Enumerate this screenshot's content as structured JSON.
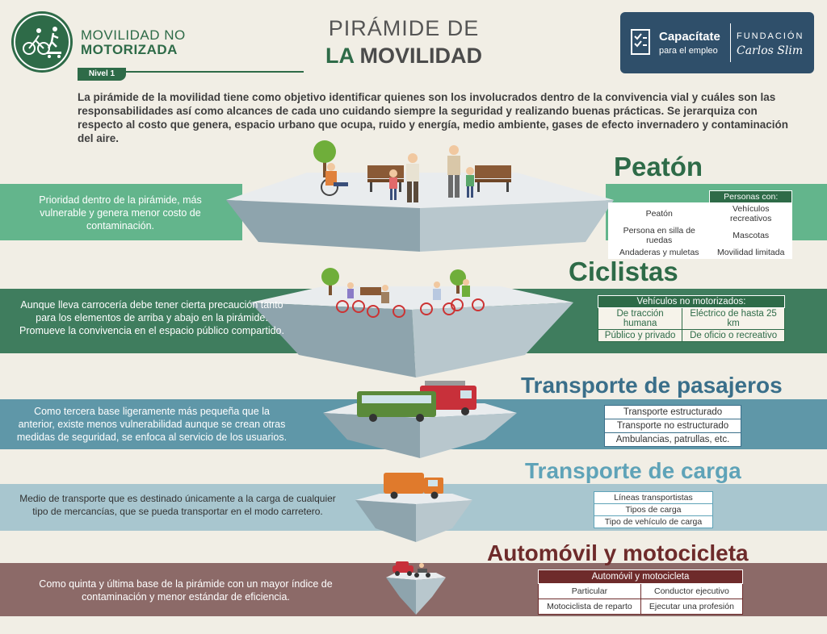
{
  "header": {
    "logo_line1": "MOVILIDAD NO",
    "logo_line2": "MOTORIZADA",
    "level": "Nivel 1",
    "title_line1": "PIRÁMIDE DE",
    "title_line2_prefix": "LA",
    "title_line2_main": "MOVILIDAD",
    "brand_name": "Capacítate",
    "brand_sub": "para el empleo",
    "foundation": "FUNDACIÓN",
    "foundation_name": "Carlos Slim"
  },
  "intro": "La pirámide de la movilidad tiene como objetivo identificar quienes son los involucrados dentro de la convivencia vial y cuáles son las responsabilidades así como alcances de cada uno cuidando siempre la seguridad y realizando buenas prácticas. Se jerarquiza con respecto al costo que genera, espacio urbano que ocupa, ruido y energía, medio ambiente, gases de efecto invernadero y contaminación del aire.",
  "levels": {
    "peaton": {
      "title": "Peatón",
      "description": "Prioridad dentro de la pirámide, más vulnerable y genera menor costo de contaminación.",
      "table_header": "Personas con:",
      "rows": [
        [
          "Peatón",
          "Vehículos recreativos"
        ],
        [
          "Persona en silla de ruedas",
          "Mascotas"
        ],
        [
          "Andaderas y muletas",
          "Movilidad limitada"
        ]
      ]
    },
    "ciclistas": {
      "title": "Ciclistas",
      "description": "Aunque lleva carrocería debe tener cierta precaución tanto para los elementos de arriba y abajo en la pirámide. Promueve la convivencia en el espacio público compartido.",
      "table_header": "Vehículos no motorizados:",
      "rows": [
        [
          "De tracción humana",
          "Eléctrico de hasta 25 km"
        ],
        [
          "Público y privado",
          "De oficio o recreativo"
        ]
      ]
    },
    "pasajeros": {
      "title": "Transporte de pasajeros",
      "description": "Como tercera base ligeramente más pequeña que la anterior, existe menos vulnerabilidad aunque se crean otras medidas de seguridad, se enfoca al servicio de los usuarios.",
      "rows": [
        "Transporte estructurado",
        "Transporte no estructurado",
        "Ambulancias, patrullas, etc."
      ]
    },
    "carga": {
      "title": "Transporte de carga",
      "description": "Medio de transporte que es destinado únicamente a la carga de cualquier tipo de mercancías, que se pueda transportar en el modo carretero.",
      "rows": [
        "Líneas transportistas",
        "Tipos de carga",
        "Tipo de vehículo de carga"
      ]
    },
    "auto": {
      "title": "Automóvil y motocicleta",
      "description": "Como quinta y última base de la pirámide con un mayor índice de contaminación y menor estándar de eficiencia.",
      "table_header": "Automóvil y motocicleta",
      "rows": [
        [
          "Particular",
          "Conductor ejecutivo"
        ],
        [
          "Motociclista de reparto",
          "Ejecutar una profesión"
        ]
      ]
    }
  },
  "colors": {
    "green_dark": "#2e6b48",
    "green_band1": "#63b58c",
    "green_band2": "#3f7d5e",
    "blue_band": "#5f97a8",
    "blue_band2": "#a8c6cf",
    "maroon_band": "#8c6a68",
    "maroon_title": "#6e2b2b",
    "navy_brand": "#2f4f6a"
  },
  "icons": [
    "bicycle-icon",
    "skateboard-icon",
    "tree-icon",
    "bench-icon",
    "wheelchair-icon",
    "bicycle-rider-icon",
    "bus-icon",
    "fire-truck-icon",
    "garbage-truck-icon",
    "car-icon",
    "motorcycle-icon",
    "checklist-icon"
  ]
}
